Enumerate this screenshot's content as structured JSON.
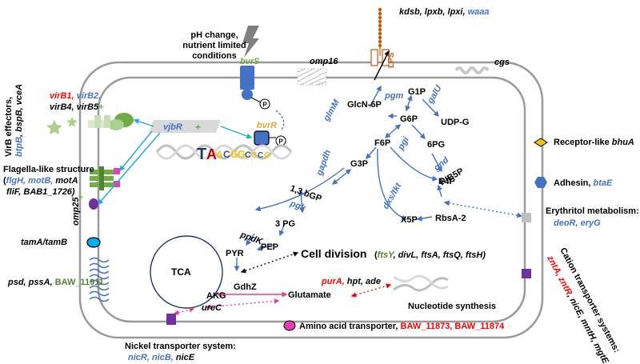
{
  "colors": {
    "blue": "#4472c4",
    "green": "#70ad47",
    "red": "#ff0000",
    "orange": "#e8a33c",
    "black": "#000000",
    "grey": "#808080"
  },
  "top": {
    "stimulus_line1": "pH change,",
    "stimulus_line2": "nutrient limited",
    "stimulus_line3": "conditions",
    "bvrS": "bvrS",
    "bvrR": "bvrR",
    "phospho": "P",
    "omp16": "omp16",
    "lps_genes": "kdsb, lpxb, lpxi,",
    "lps_gene_blue": "waaa",
    "lps": "LPS",
    "cgs": "cgs"
  },
  "left": {
    "virb_title1": "VirB effectors,",
    "virb_title2a": "btpB",
    "virb_title2b": ", bspB, vceA",
    "virb1": "virB1,",
    "virb2": "virB2,",
    "virb4": "virB4, virB5",
    "plus": "+",
    "vjbR": "vjbR",
    "flag_title": "Flagella-like structure",
    "flag_l1_open": "(",
    "flag_l1_blue": "flgH, motB,",
    "flag_l1_black": " motA",
    "flag_l2": "fliF, BAB1_1726)",
    "omp25": "omp25",
    "tam": "tamA/tamB",
    "psd": "psd, pssA,",
    "baw11911": "BAW_11911"
  },
  "metabolism": {
    "glmM": "glmM",
    "glcn6p": "GlcN-6P",
    "pgm": "pgm",
    "galU": "galU",
    "g1p": "G1P",
    "g6p": "G6P",
    "udpg": "UDP-G",
    "f6p": "F6P",
    "pgi": "pgi",
    "pg6": "6PG",
    "gnd": "gnd",
    "ribp": "RIB5P",
    "g3p": "G3P",
    "gapdh": "gapdh",
    "bgp13": "1,3 bGP",
    "pgk": "pgk",
    "pg3": "3 PG",
    "ppdk": "ppdK",
    "pep": "PEP",
    "pyr": "PYR",
    "e4p": "E4P",
    "dxs": "dxs/tkt",
    "xsp": "X5P",
    "rbsa": "RbsA-2",
    "tca": "TCA",
    "akg": "AKG",
    "gdhz": "GdhZ",
    "glutamate": "Glutamate",
    "ureC": "ureC"
  },
  "division": {
    "title": "Cell division",
    "open": "(",
    "ftsY": "ftsY",
    "rest": ", divL, ftsA, ftsQ, ftsH)"
  },
  "nucleotide": {
    "purA": "purA,",
    "hpt": "hpt, ade",
    "label": "Nucleotide synthesis"
  },
  "bottom": {
    "aa_label": "Amino acid transporter,",
    "aa_genes": "BAW_11873, BAW_11874",
    "nickel_title": "Nickel transporter system:",
    "nickel_blue": "nicR, nicB,",
    "nickel_black": " nicE"
  },
  "right": {
    "receptor": "Receptor-like",
    "receptor_gene": "bhuA",
    "adhesin": "Adhesin,",
    "adhesin_gene": "btaE",
    "ery_title": "Erythritol metabolism:",
    "ery_genes": "deoR, eryG",
    "cation_title": "Cation transporter systems:",
    "cation_red": "zntA, zntR",
    "cation_black": ", nicE, mntH, mgtE"
  }
}
